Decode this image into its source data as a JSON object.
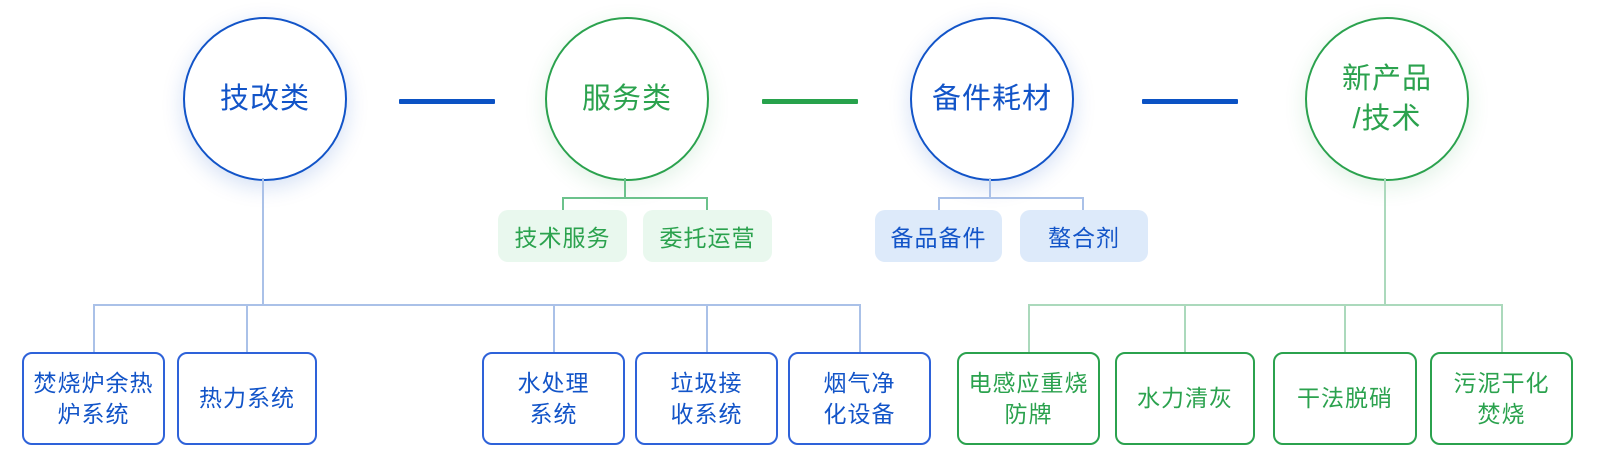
{
  "colors": {
    "blue": "#1254c8",
    "green": "#2ba24e",
    "chip_blue_bg": "#ddeafa",
    "chip_green_bg": "#e9f8ee",
    "connector_blue": "#aac1e8",
    "connector_green": "#abd9bc"
  },
  "categories": [
    {
      "line1": "技改类",
      "line2": ""
    },
    {
      "line1": "服务类",
      "line2": ""
    },
    {
      "line1": "备件耗材",
      "line2": ""
    },
    {
      "line1": "新产品",
      "line2": "/技术"
    }
  ],
  "service_chips": [
    {
      "label": "技术服务"
    },
    {
      "label": "委托运营"
    }
  ],
  "spare_chips": [
    {
      "label": "备品备件"
    },
    {
      "label": "螯合剂"
    }
  ],
  "tech_boxes": [
    {
      "line1": "焚烧炉余热",
      "line2": "炉系统"
    },
    {
      "line1": "热力系统",
      "line2": ""
    },
    {
      "line1": "水处理",
      "line2": "系统"
    },
    {
      "line1": "垃圾接",
      "line2": "收系统"
    },
    {
      "line1": "烟气净",
      "line2": "化设备"
    }
  ],
  "newproduct_boxes": [
    {
      "line1": "电感应重烧",
      "line2": "防牌"
    },
    {
      "line1": "水力清灰",
      "line2": ""
    },
    {
      "line1": "干法脱硝",
      "line2": ""
    },
    {
      "line1": "污泥干化",
      "line2": "焚烧"
    }
  ]
}
